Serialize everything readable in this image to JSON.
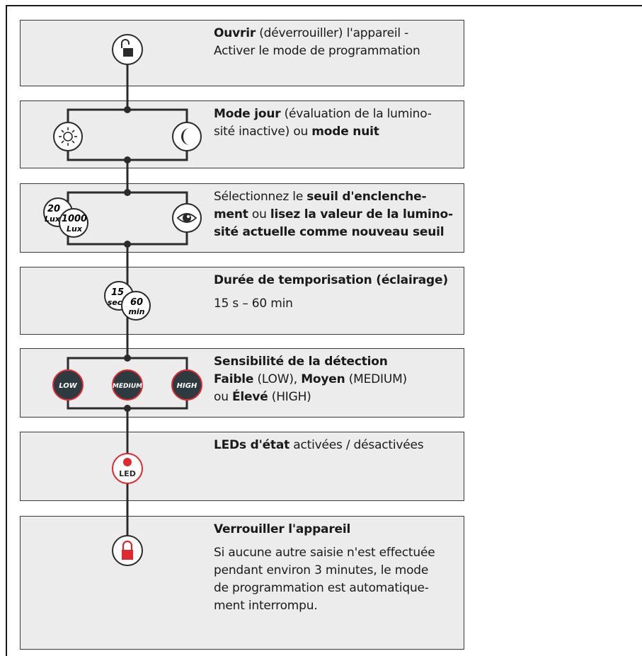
{
  "steps": [
    {
      "id": "unlock",
      "title": "Ouvrir",
      "title_rest": " (déverrouiller) l'appareil -",
      "line2": "Activer le mode de programmation",
      "icons": [
        "unlocked-padlock-icon"
      ]
    },
    {
      "id": "day-night",
      "l1_bold": "Mode jour",
      "l1_rest": " (évaluation de la lumino-",
      "l2_rest": "sité inactive) ou ",
      "l2_bold": "mode nuit",
      "icons": [
        "sun-icon",
        "moon-icon"
      ]
    },
    {
      "id": "threshold",
      "l1_rest": "Sélectionnez le ",
      "l1_bold": "seuil d'enclenche-",
      "l2_bold": "ment",
      "l2_rest": " ou ",
      "l2_bold2": "lisez la valeur de la lumino-",
      "l3_bold": "sité actuelle comme nouveau seuil",
      "icons": [
        "lux-dial-icon",
        "eye-icon"
      ],
      "dial_back": [
        "20",
        "Lux"
      ],
      "dial_front": [
        "1000",
        "Lux"
      ]
    },
    {
      "id": "time",
      "title": "Durée de temporisation (éclairage)",
      "line2": "15 s – 60 min",
      "icons": [
        "time-dial-icon"
      ],
      "dial_back": [
        "15",
        "sec"
      ],
      "dial_front": [
        "60",
        "min"
      ]
    },
    {
      "id": "sensitivity",
      "title": "Sensibilité de la détection",
      "l2_bold": "Faible",
      "l2_rest": " (LOW), ",
      "l2_bold2": "Moyen",
      "l2_rest2": " (MEDIUM)",
      "l3_rest": "ou ",
      "l3_bold": "Élevé",
      "l3_rest2": " (HIGH)",
      "buttons": [
        "LOW",
        "MEDIUM",
        "HIGH"
      ]
    },
    {
      "id": "leds",
      "title": "LEDs d'état",
      "title_rest": " activées / désactivées",
      "led_label": "LED",
      "icons": [
        "led-icon"
      ]
    },
    {
      "id": "lock",
      "title": "Verrouiller l'appareil",
      "para": [
        "Si aucune autre saisie n'est effectuée",
        "pendant environ 3 minutes, le mode",
        "de programmation est automatique-",
        "ment interrompu."
      ],
      "icons": [
        "locked-padlock-icon"
      ]
    }
  ],
  "colors": {
    "panel": "#ececec",
    "line": "#2b2b2b",
    "dark_button": "#2d3a40",
    "accent_red": "#e0292f"
  }
}
